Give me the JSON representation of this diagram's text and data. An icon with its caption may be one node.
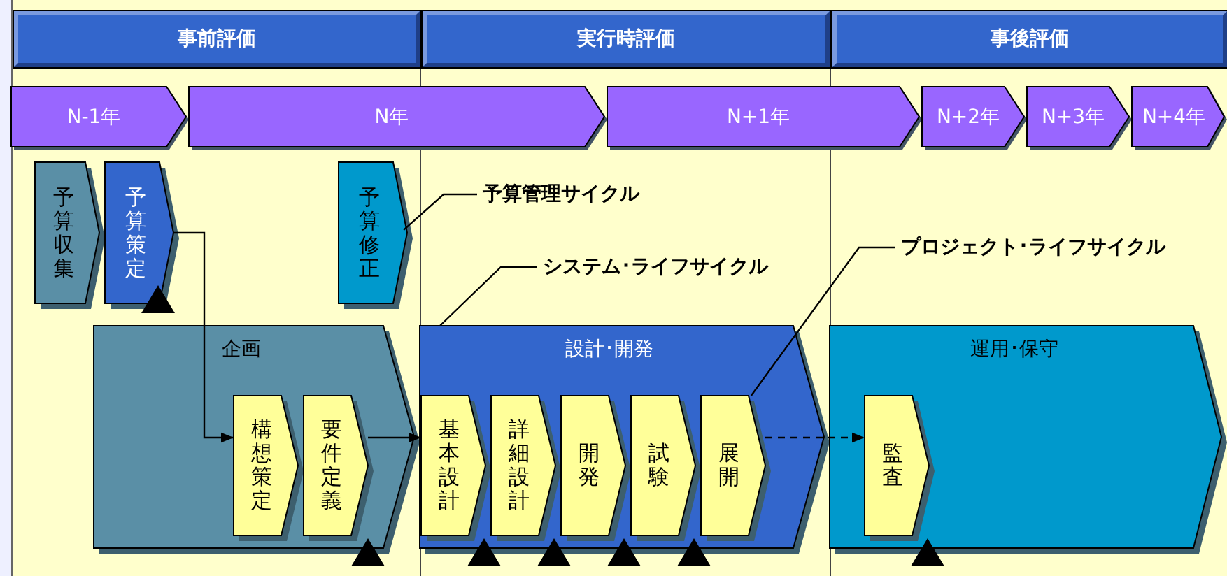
{
  "diagram": {
    "nodes": [
      {
        "text": [
          "事前評価"
        ]
      },
      {
        "text": [
          "実行時評価"
        ]
      },
      {
        "text": [
          "事後評価"
        ]
      },
      {
        "text": [
          "N-1年"
        ]
      },
      {
        "text": [
          "N年"
        ]
      },
      {
        "text": [
          "N+1年"
        ]
      },
      {
        "text": [
          "N+2年"
        ]
      },
      {
        "text": [
          "N+3年"
        ]
      },
      {
        "text": [
          "N+4年"
        ]
      },
      {
        "text": [
          "予算収集"
        ]
      },
      {
        "text": [
          "予算策定"
        ]
      },
      {
        "text": [
          "予算修正"
        ]
      },
      {
        "text": [
          "予算管理サイクル"
        ]
      },
      {
        "text": [
          "システム･ライフサイクル"
        ]
      },
      {
        "text": [
          "プロジェクト･ライフサイクル"
        ]
      },
      {
        "text": [
          "企画"
        ]
      },
      {
        "text": [
          "設計･開発"
        ]
      },
      {
        "text": [
          "運用･保守"
        ]
      },
      {
        "text": [
          "構想策定"
        ],
        "in": 15
      },
      {
        "text": [
          "要件定義"
        ],
        "in": 15
      },
      {
        "text": [
          "基本設計"
        ],
        "in": 16
      },
      {
        "text": [
          "詳細設計"
        ],
        "in": 16
      },
      {
        "text": [
          "開発"
        ],
        "in": 16
      },
      {
        "text": [
          "試験"
        ],
        "in": 16
      },
      {
        "text": [
          "展開"
        ],
        "in": 16
      },
      {
        "text": [
          "監査"
        ],
        "in": 17
      }
    ],
    "edges": [
      {
        "from": 10,
        "to": 18,
        "arrow": "to"
      },
      {
        "from": 19,
        "to": 20,
        "arrow": "to"
      },
      {
        "from": 24,
        "to": 25,
        "arrow": "to",
        "style": "dashed"
      },
      {
        "from": 12,
        "to": 11,
        "arrow": "none"
      },
      {
        "from": 13,
        "to": 16,
        "arrow": "none"
      },
      {
        "from": 14,
        "to": 24,
        "arrow": "none"
      }
    ]
  }
}
